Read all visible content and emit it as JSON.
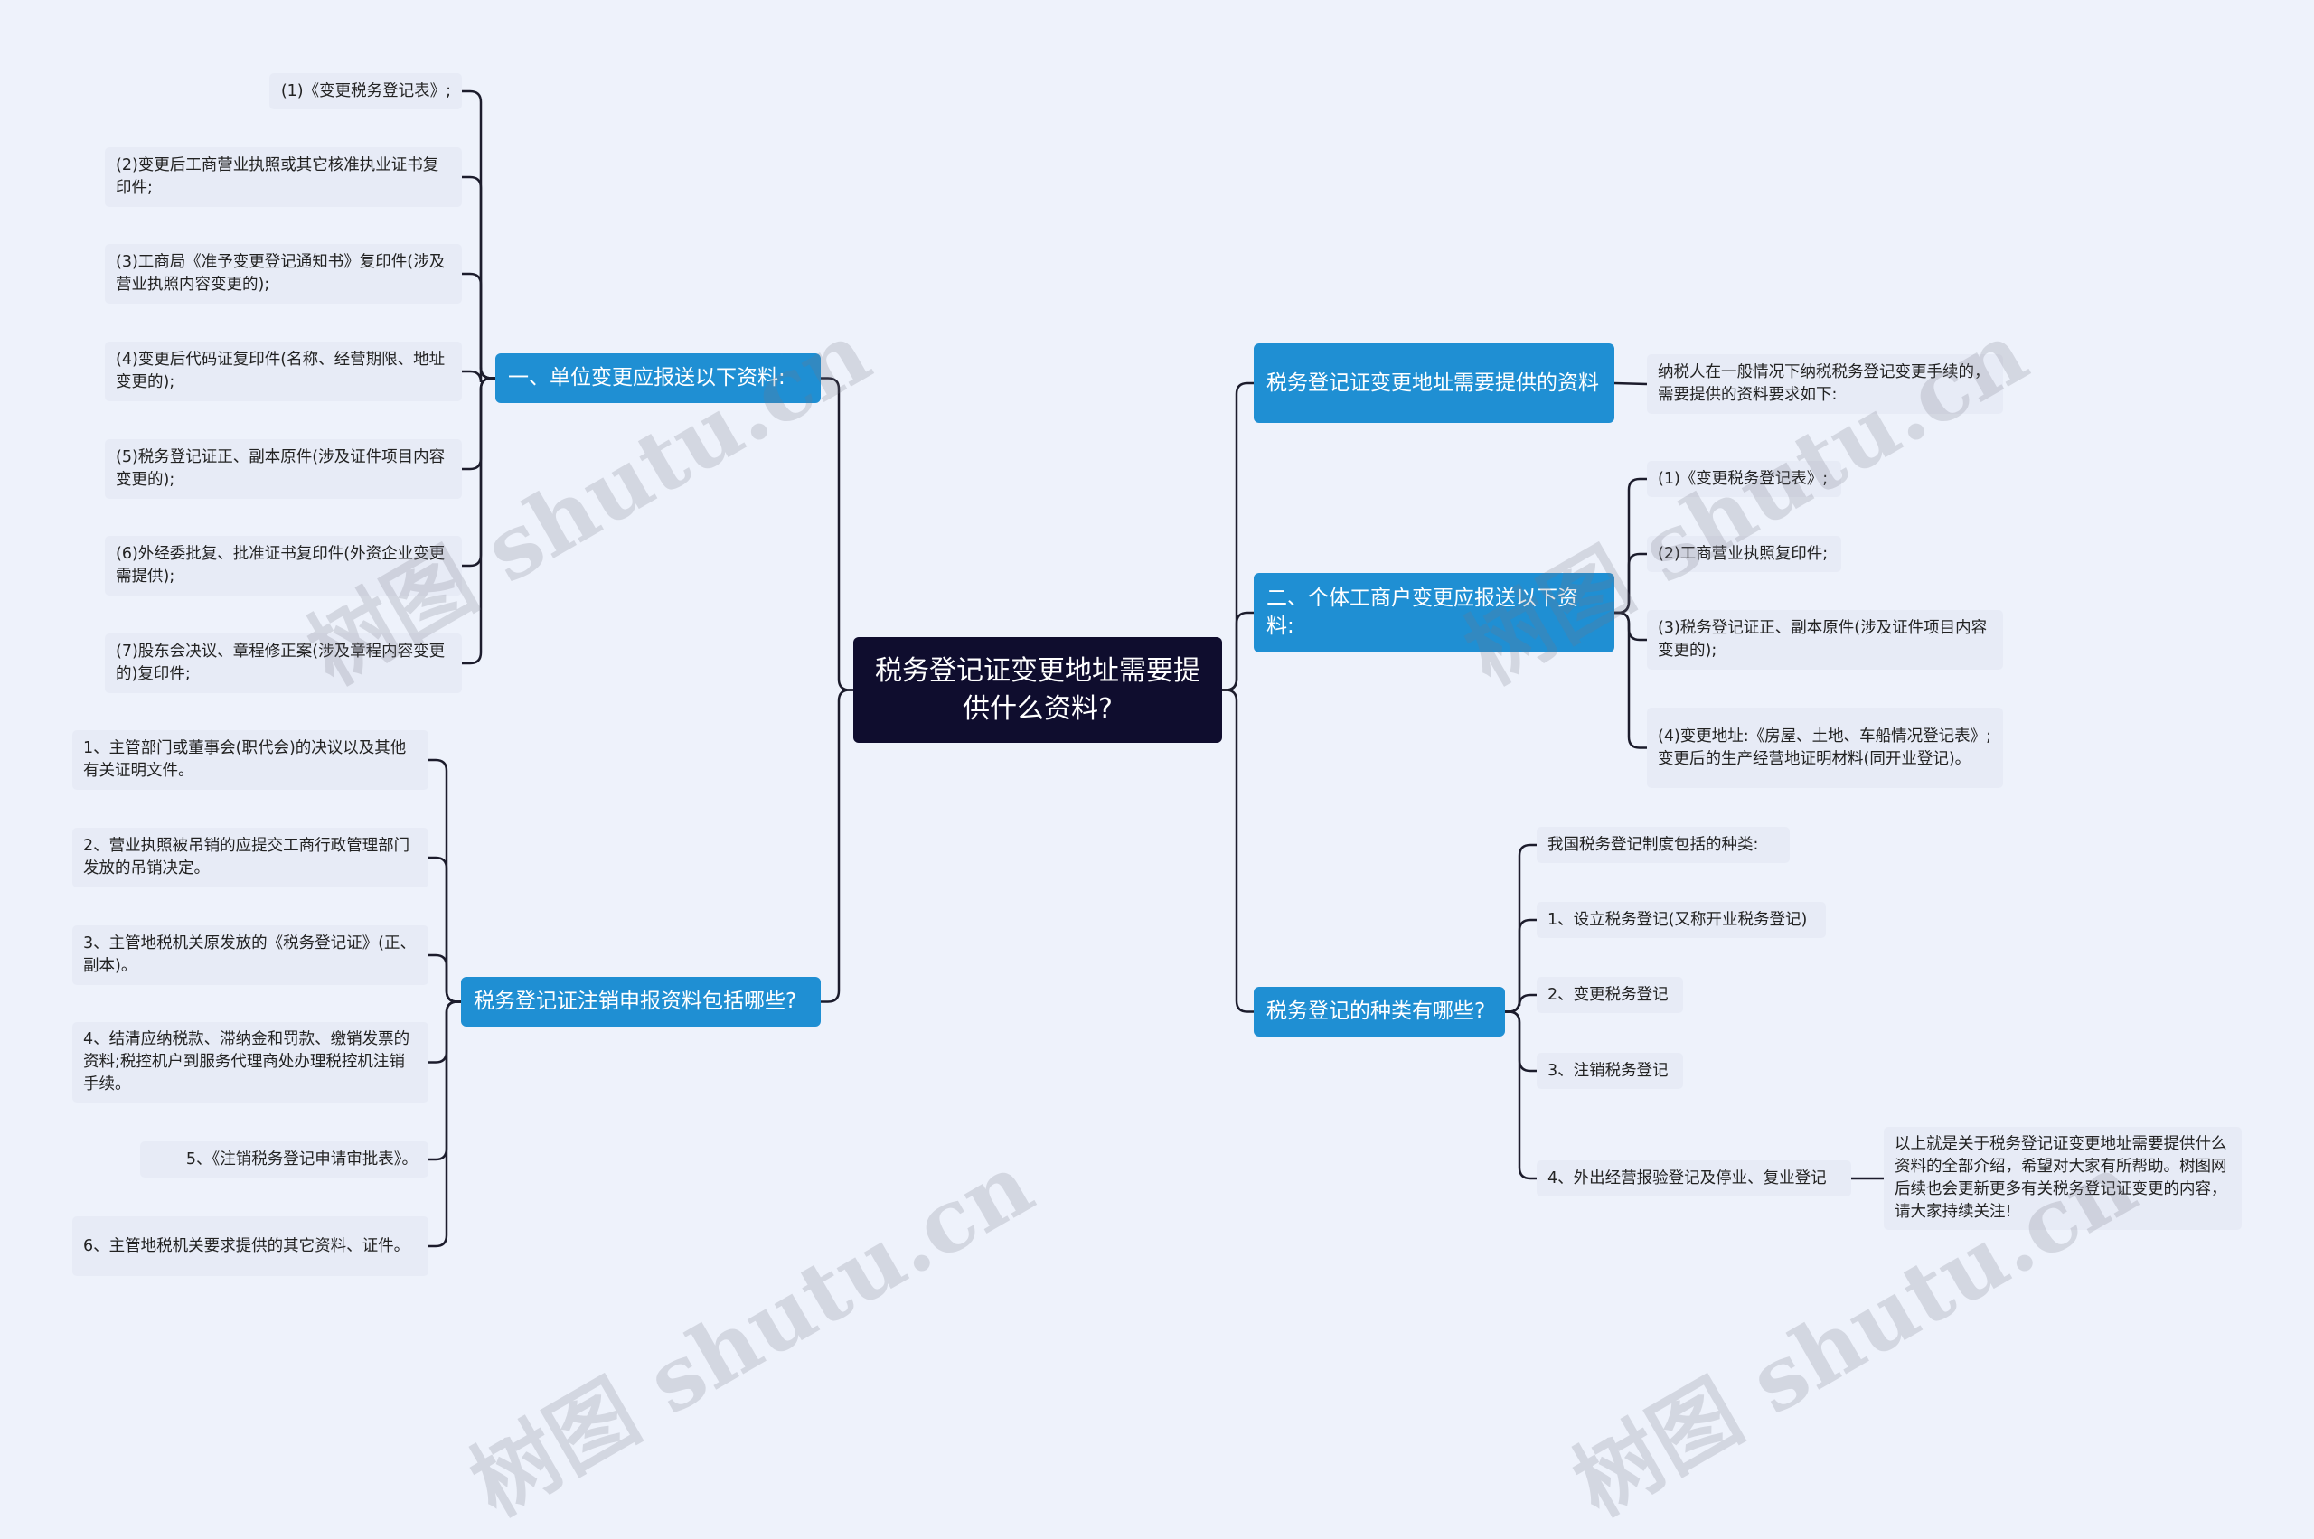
{
  "root": {
    "title": "税务登记证变更地址需要提供什么资料?"
  },
  "left_branches": [
    {
      "label": "一、单位变更应报送以下资料:",
      "items": [
        "(1)《变更税务登记表》;",
        "(2)变更后工商营业执照或其它核准执业证书复印件;",
        "(3)工商局《准予变更登记通知书》复印件(涉及营业执照内容变更的);",
        "(4)变更后代码证复印件(名称、经营期限、地址变更的);",
        "(5)税务登记证正、副本原件(涉及证件项目内容变更的);",
        "(6)外经委批复、批准证书复印件(外资企业变更需提供);",
        "(7)股东会决议、章程修正案(涉及章程内容变更的)复印件;"
      ]
    },
    {
      "label": "税务登记证注销申报资料包括哪些?",
      "items": [
        "1、主管部门或董事会(职代会)的决议以及其他有关证明文件。",
        "2、营业执照被吊销的应提交工商行政管理部门发放的吊销决定。",
        "3、主管地税机关原发放的《税务登记证》(正、副本)。",
        "4、结清应纳税款、滞纳金和罚款、缴销发票的资料;税控机户到服务代理商处办理税控机注销手续。",
        "5、《注销税务登记申请审批表》。",
        "6、主管地税机关要求提供的其它资料、证件。"
      ]
    }
  ],
  "right_branches": [
    {
      "label": "税务登记证变更地址需要提供的资料",
      "items": [
        "纳税人在一般情况下纳税税务登记变更手续的，需要提供的资料要求如下:"
      ]
    },
    {
      "label": "二、个体工商户变更应报送以下资料:",
      "items": [
        "(1)《变更税务登记表》;",
        "(2)工商营业执照复印件;",
        "(3)税务登记证正、副本原件(涉及证件项目内容变更的);",
        "(4)变更地址:《房屋、土地、车船情况登记表》;变更后的生产经营地证明材料(同开业登记)。"
      ]
    },
    {
      "label": "税务登记的种类有哪些?",
      "items": [
        "我国税务登记制度包括的种类:",
        "1、设立税务登记(又称开业税务登记)",
        "2、变更税务登记",
        "3、注销税务登记",
        "4、外出经营报验登记及停业、复业登记"
      ],
      "sub_item": "以上就是关于税务登记证变更地址需要提供什么资料的全部介绍，希望对大家有所帮助。树图网后续也会更新更多有关税务登记证变更的内容，请大家持续关注!"
    }
  ],
  "watermark": {
    "text": "树图 shutu.cn"
  },
  "colors": {
    "root": "#0f0d2e",
    "branch": "#1f8fd3",
    "leaf": "#e7ebf6",
    "line": "#1c1c2c"
  }
}
